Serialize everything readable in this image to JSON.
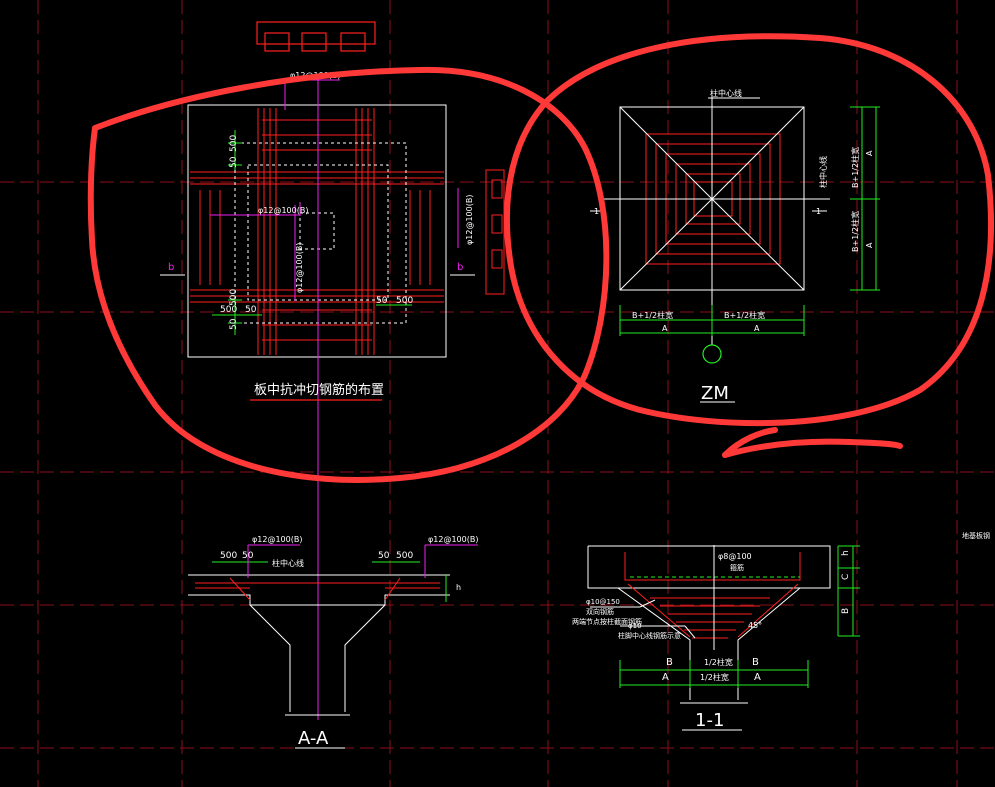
{
  "colors": {
    "background": "#000000",
    "grid": "#8c0f18",
    "red": "#ff2020",
    "white": "#ffffff",
    "green": "#22ee22",
    "magenta": "#ee22ee",
    "yellow": "#e8e800",
    "markup": "#ff3838"
  },
  "plan_view": {
    "title": "板中抗冲切钢筋的布置",
    "rebar_top": "φ12@100(B)",
    "rebar_center": "φ12@100(B)",
    "rebar_vertical": "φ12@100(B)",
    "rebar_right": "φ12@100(B)",
    "dim_500_a": "500",
    "dim_50_a": "50",
    "dim_500_b": "500",
    "dim_50_b": "50",
    "dim_50_c": "50",
    "dim_500_c": "500",
    "dim_50_d": "50",
    "dim_500_d": "500",
    "section_mark_left": "b",
    "section_mark_right": "b"
  },
  "zm_view": {
    "title": "ZM",
    "column_center_top": "柱中心线",
    "column_center_right": "柱中心线",
    "dim_b_left": "B+1/2柱宽",
    "dim_b_right": "B+1/2柱宽",
    "dim_a_left": "A",
    "dim_a_right": "A",
    "dim_b_top": "B+1/2柱宽",
    "dim_b_bottom": "B+1/2柱宽",
    "dim_a_top": "A",
    "dim_a_bottom": "A",
    "section_mark_left": "1",
    "section_mark_right": "1"
  },
  "section_aa": {
    "title": "A-A",
    "rebar_left": "φ12@100(B)",
    "rebar_right": "φ12@100(B)",
    "column_center": "柱中心线",
    "dim_500_left": "500",
    "dim_50_left": "50",
    "dim_50_right": "50",
    "dim_500_right": "500",
    "dim_h": "h"
  },
  "section_11": {
    "title": "1-1",
    "rebar_top": "φ8@100",
    "rebar_top_note": "箍筋",
    "rebar_left_a": "φ10@150",
    "rebar_left_b": "双向钢筋",
    "rebar_left_c": "两端节点按柱截面钢筋",
    "rebar_mid_a": "φ10",
    "rebar_mid_b": "柱脚中心线钢筋示意",
    "angle": "45°",
    "dim_b_left": "B",
    "dim_half": "1/2柱宽",
    "dim_b_right": "B",
    "dim_a_left": "A",
    "dim_half_2": "1/2柱宽",
    "dim_a_right": "A",
    "dim_h": "h",
    "dim_c": "C",
    "dim_b_vert": "B"
  },
  "edge_note": "地基板钢"
}
